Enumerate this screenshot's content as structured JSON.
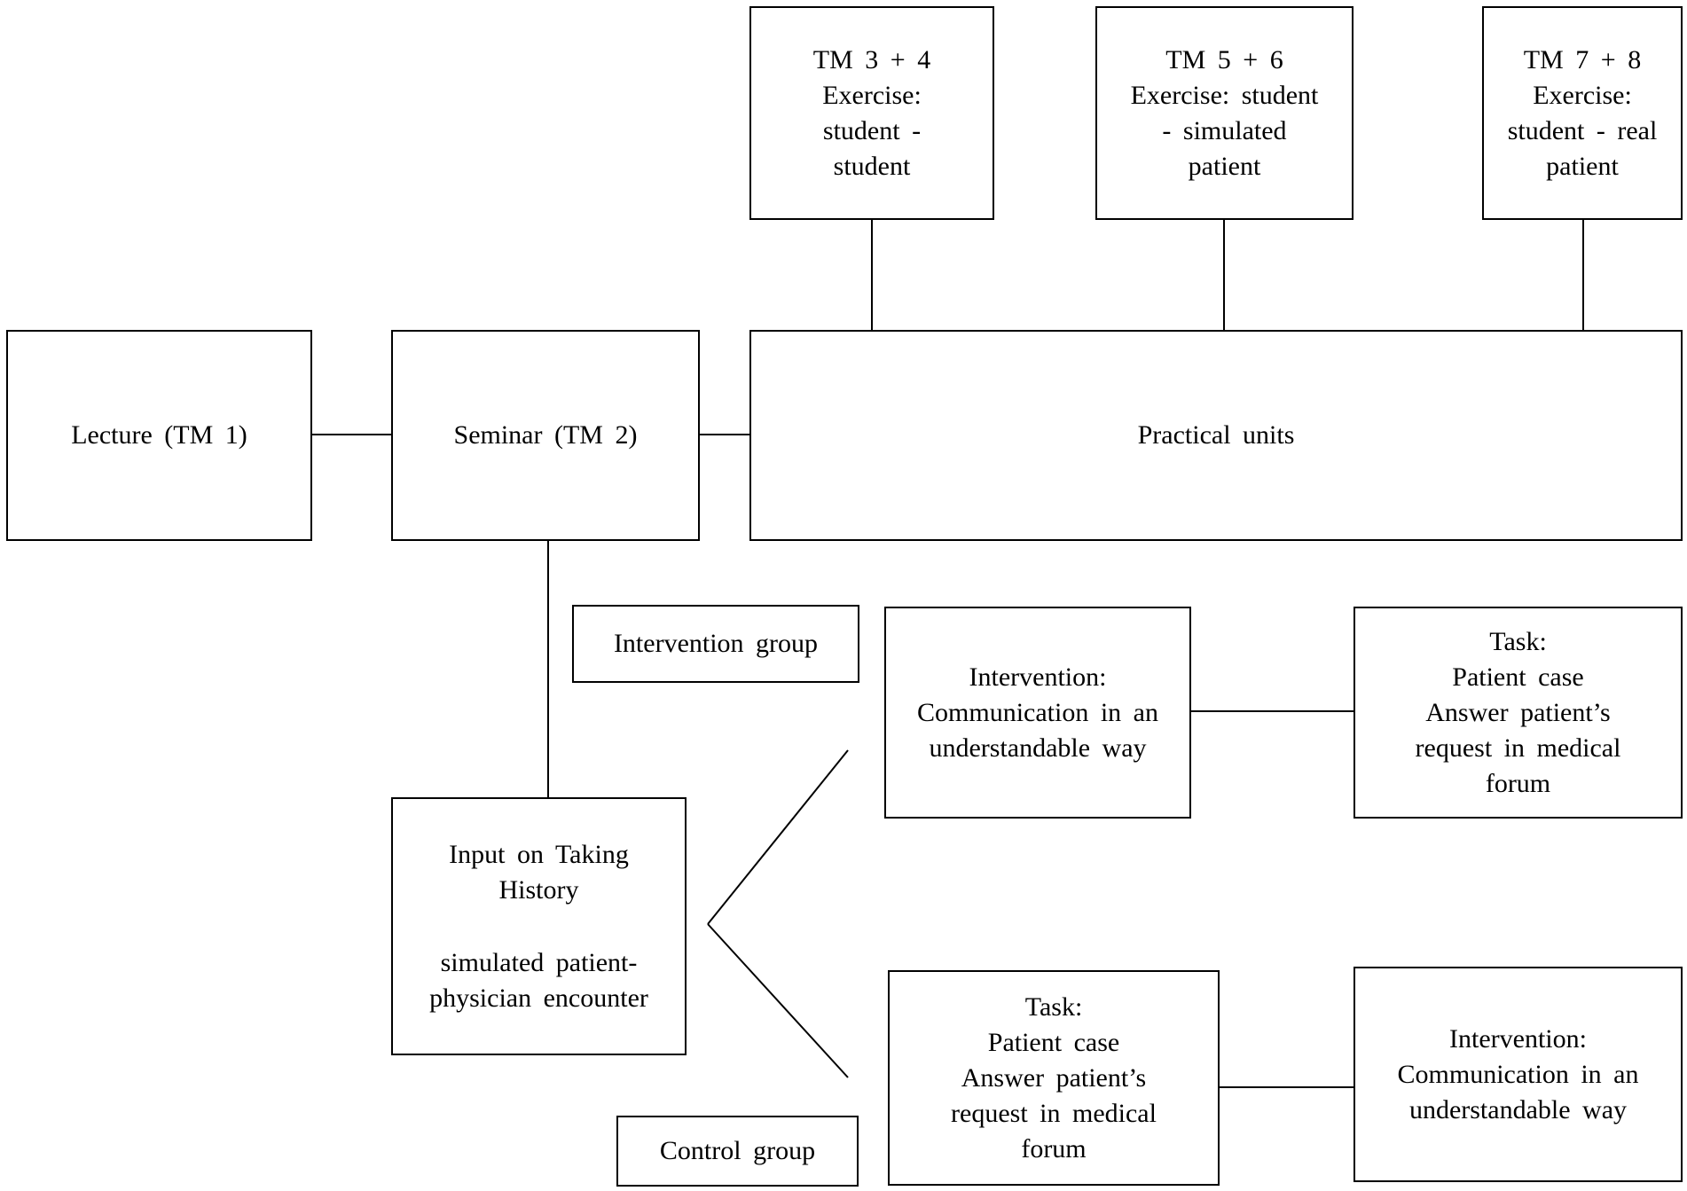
{
  "diagram": {
    "boxes": {
      "lecture": {
        "lines": [
          "Lecture (TM 1)"
        ]
      },
      "seminar": {
        "lines": [
          "Seminar (TM 2)"
        ]
      },
      "practical": {
        "lines": [
          "Practical units"
        ]
      },
      "tm34": {
        "lines": [
          "TM 3 + 4",
          "Exercise:",
          "student -",
          "student"
        ]
      },
      "tm56": {
        "lines": [
          "TM 5 + 6",
          "Exercise: student",
          "- simulated",
          "patient"
        ]
      },
      "tm78": {
        "lines": [
          "TM 7 + 8",
          "Exercise:",
          "student - real",
          "patient"
        ]
      },
      "intervention_group": {
        "lines": [
          "Intervention group"
        ]
      },
      "control_group": {
        "lines": [
          "Control group"
        ]
      },
      "input": {
        "lines": [
          "Input on Taking",
          "History",
          "simulated patient-",
          "physician encounter"
        ]
      },
      "ig_intervention": {
        "lines": [
          "Intervention:",
          "Communication in an",
          "understandable way"
        ]
      },
      "ig_task": {
        "lines": [
          "Task:",
          "Patient case",
          "Answer patient’s",
          "request in medical",
          "forum"
        ]
      },
      "cg_task": {
        "lines": [
          "Task:",
          "Patient case",
          "Answer patient’s",
          "request in medical",
          "forum"
        ]
      },
      "cg_intervention": {
        "lines": [
          "Intervention:",
          "Communication in an",
          "understandable way"
        ]
      }
    }
  }
}
